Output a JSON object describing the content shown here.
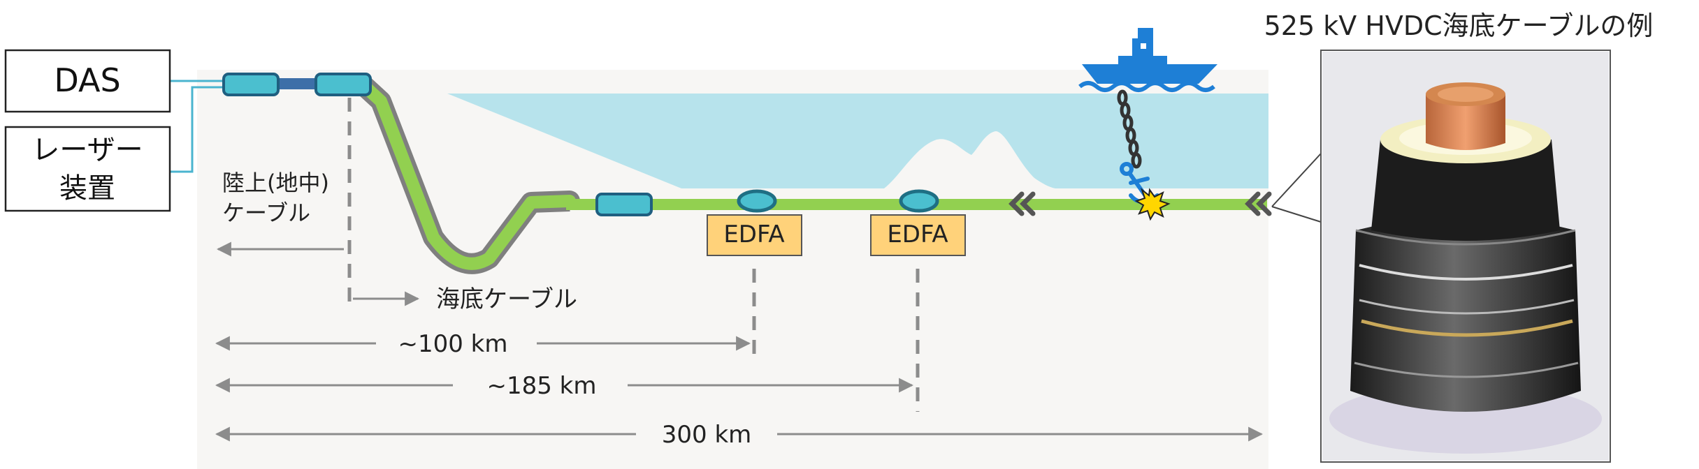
{
  "title": "525 kV HVDC海底ケーブルの例",
  "das_label": "DAS",
  "laser_label": [
    "レーザー",
    "装置"
  ],
  "land_cable_label": [
    "陸上(地中)",
    "ケーブル"
  ],
  "subsea_cable_label": "海底ケーブル",
  "edfa_label": "EDFA",
  "distances": [
    {
      "label": "~100 km"
    },
    {
      "label": "~185 km"
    },
    {
      "label": "300 km"
    }
  ],
  "icons": [
    "ship-icon",
    "anchor-icon",
    "impact-burst-icon",
    "cable-break-icon"
  ],
  "colors": {
    "sea": "#b7e3ec",
    "seabed": "#f7f6f4",
    "cable_green": "#92d050",
    "cable_outline": "#7f7f7f",
    "repeater_teal": "#4bbfcf",
    "repeater_outline": "#1f6f84",
    "edfa_box": "#ffd27a",
    "ship_blue": "#1e7fd6",
    "arrow_gray": "#8c8c8c"
  }
}
